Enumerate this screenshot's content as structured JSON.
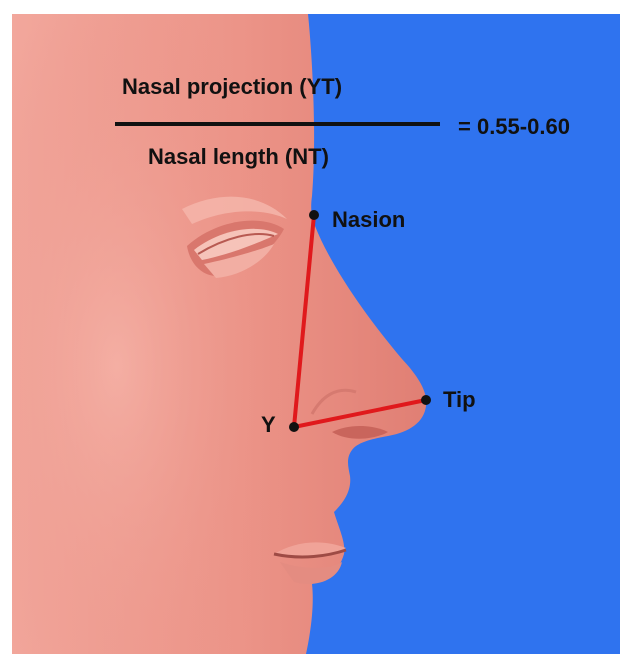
{
  "formula": {
    "numerator": "Nasal projection (YT)",
    "denominator": "Nasal length (NT)",
    "ratio": "= 0.55-0.60"
  },
  "points": {
    "nasion": "Nasion",
    "tip": "Tip",
    "y": "Y"
  },
  "colors": {
    "background": "#2f73ef",
    "skin": "#eb8f84",
    "measurement_line": "#e0191c",
    "text": "#111111"
  }
}
